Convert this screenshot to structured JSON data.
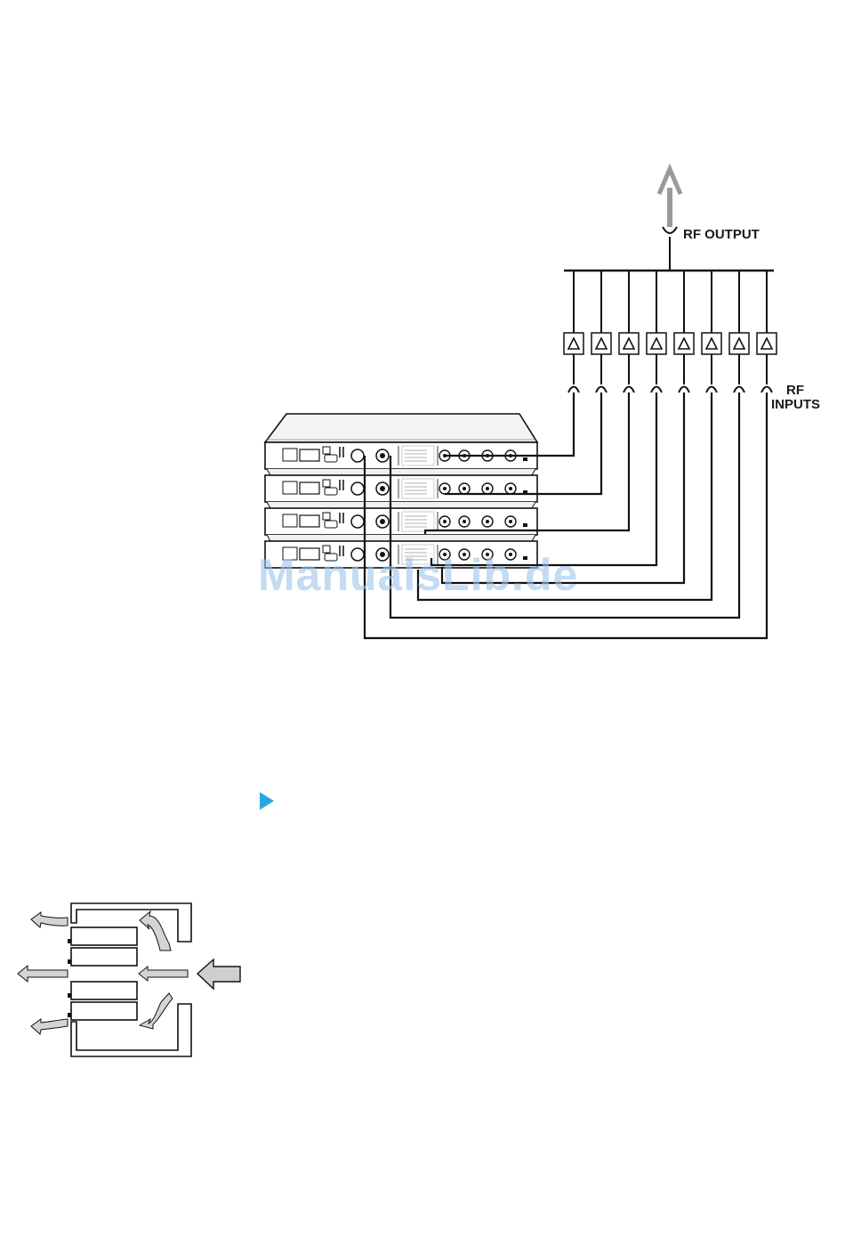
{
  "diagram": {
    "rf_output_label": "RF OUTPUT",
    "rf_inputs_label_line1": "RF",
    "rf_inputs_label_line2": "INPUTS",
    "amplifier_count": 8,
    "receiver_count": 4,
    "amplifier_symbol": "triangle-icon",
    "output_arrow_color": "#9a9a9a"
  },
  "watermark": {
    "text": "ManualsLib.de",
    "color": "#9ec4ee"
  },
  "bullet": {
    "icon": "play-triangle-icon",
    "color": "#29a8e0"
  },
  "airflow": {
    "icons": [
      "arrow-left-icon",
      "curved-arrow-icon",
      "big-arrow-icon"
    ],
    "arrow_color": "#d4d4d4"
  }
}
